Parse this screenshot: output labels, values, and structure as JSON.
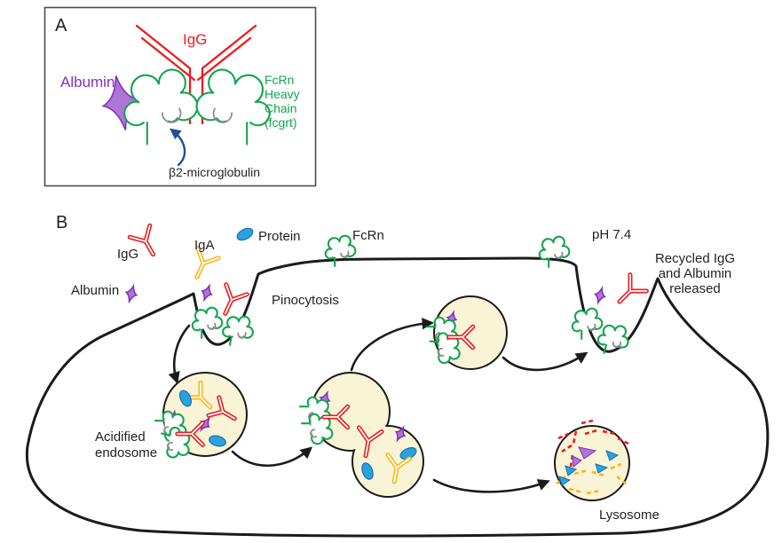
{
  "colors": {
    "red": "#EE1B20",
    "green": "#12A54E",
    "yellow": "#FBB615",
    "purple_fill": "#AD75D6",
    "purple_stroke": "#8233BD",
    "blue_fill": "#2BA2DF",
    "blue_stroke": "#1370B2",
    "gray": "#8E8E8E",
    "membrane": "#1B1B1B",
    "vesicle_fill": "#FAF4D7",
    "arrow_blue": "#1E4F9C",
    "text": "#231F20"
  },
  "icons": {
    "igg": "igg-antibody",
    "iga": "iga-antibody",
    "albumin": "albumin-diamond",
    "protein": "protein-oval",
    "fcrn": "fcrn-receptor-clover",
    "beta2m": "beta2-microglobulin-crescent"
  },
  "panel_a": {
    "label": "A",
    "igg": "IgG",
    "albumin": "Albumin",
    "fcrn_heavy_chain": [
      "FcRn",
      "Heavy",
      "Chain",
      "(fcgrt)"
    ],
    "beta2_microglobulin": "β2-microglobulin"
  },
  "panel_b": {
    "label": "B",
    "igg": "IgG",
    "iga": "IgA",
    "protein": "Protein",
    "albumin": "Albumin",
    "fcrn": "FcRn",
    "pinocytosis": "Pinocytosis",
    "ph": "pH 7.4",
    "recycled": [
      "Recycled IgG",
      "and Albumin",
      "released"
    ],
    "acidified_endosome": [
      "Acidified",
      "endosome"
    ],
    "lysosome": "Lysosome"
  }
}
